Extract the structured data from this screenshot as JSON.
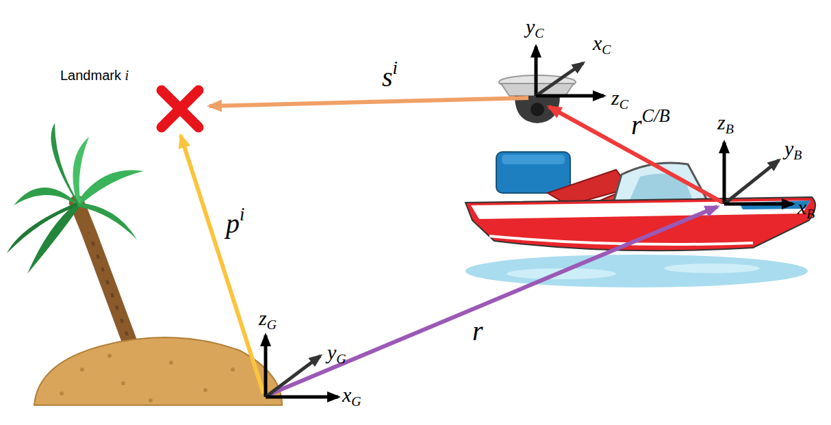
{
  "diagram": {
    "labels": [
      "Landmark i",
      "si",
      "pi",
      "r",
      "rC/B",
      "yC",
      "xC",
      "zC",
      "zB",
      "yB",
      "xB",
      "zG",
      "yG",
      "xG"
    ]
  }
}
